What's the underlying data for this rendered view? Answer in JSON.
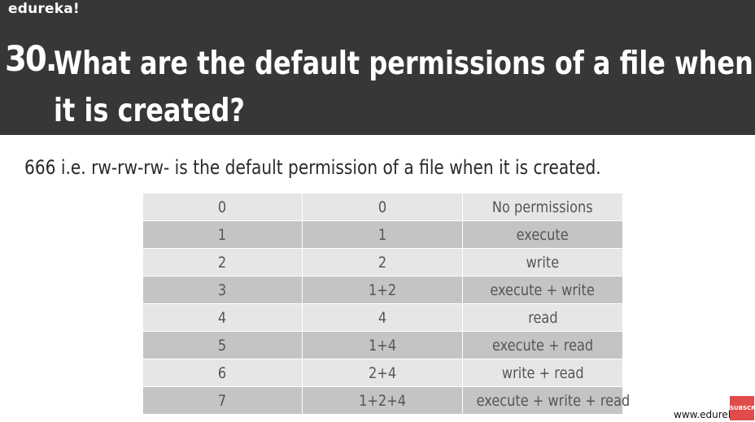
{
  "brand": "edureka!",
  "question": {
    "number": "30.",
    "text": "What are the default permissions of a file when it is created?"
  },
  "subtitle": "666 i.e. rw-rw-rw- is the default permission of a file when it is created.",
  "table": {
    "rows": [
      [
        "0",
        "0",
        "No permissions"
      ],
      [
        "1",
        "1",
        "execute"
      ],
      [
        "2",
        "2",
        "write"
      ],
      [
        "3",
        "1+2",
        "execute + write"
      ],
      [
        "4",
        "4",
        "read"
      ],
      [
        "5",
        "1+4",
        "execute + read"
      ],
      [
        "6",
        "2+4",
        "write + read"
      ],
      [
        "7",
        "1+2+4",
        "execute + write + read"
      ]
    ]
  },
  "footer": {
    "site": "www.edureka.co",
    "subscribe_badge": "SUBSCRIBE"
  },
  "colors": {
    "header_bg": "#373737",
    "row_light": "#e6e6e6",
    "row_dark": "#c4c4c4",
    "badge": "#e24b4b"
  }
}
